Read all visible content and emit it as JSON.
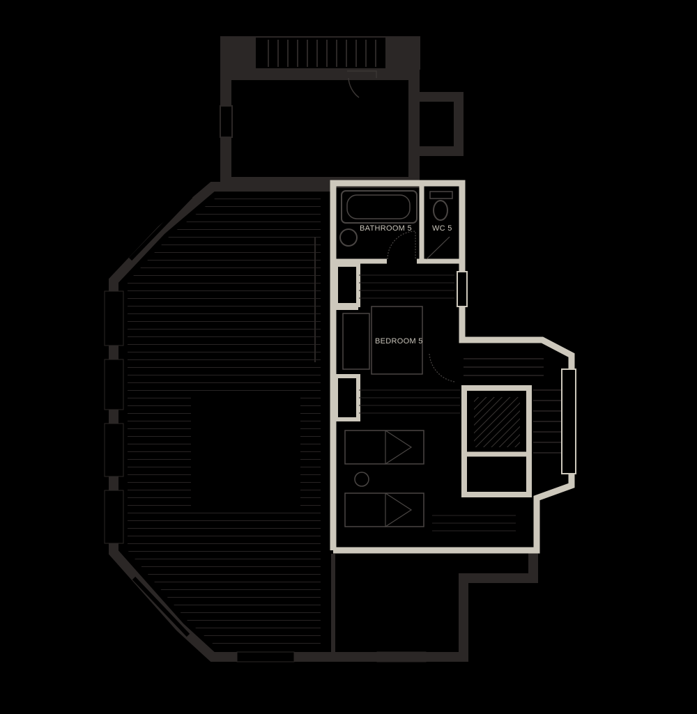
{
  "plan": {
    "rooms": [
      {
        "id": "bathroom",
        "label": "BATHROOM 5"
      },
      {
        "id": "wc",
        "label": "WC 5"
      },
      {
        "id": "bedroom",
        "label": "BEDROOM 5"
      }
    ]
  },
  "colors": {
    "background": "#000000",
    "inactive_wall": "#2b2726",
    "active_wall": "#cdc8bc",
    "fixture_line": "#4a4644",
    "floor_hatch": "#2a2626",
    "label": "#c9c4ba"
  }
}
